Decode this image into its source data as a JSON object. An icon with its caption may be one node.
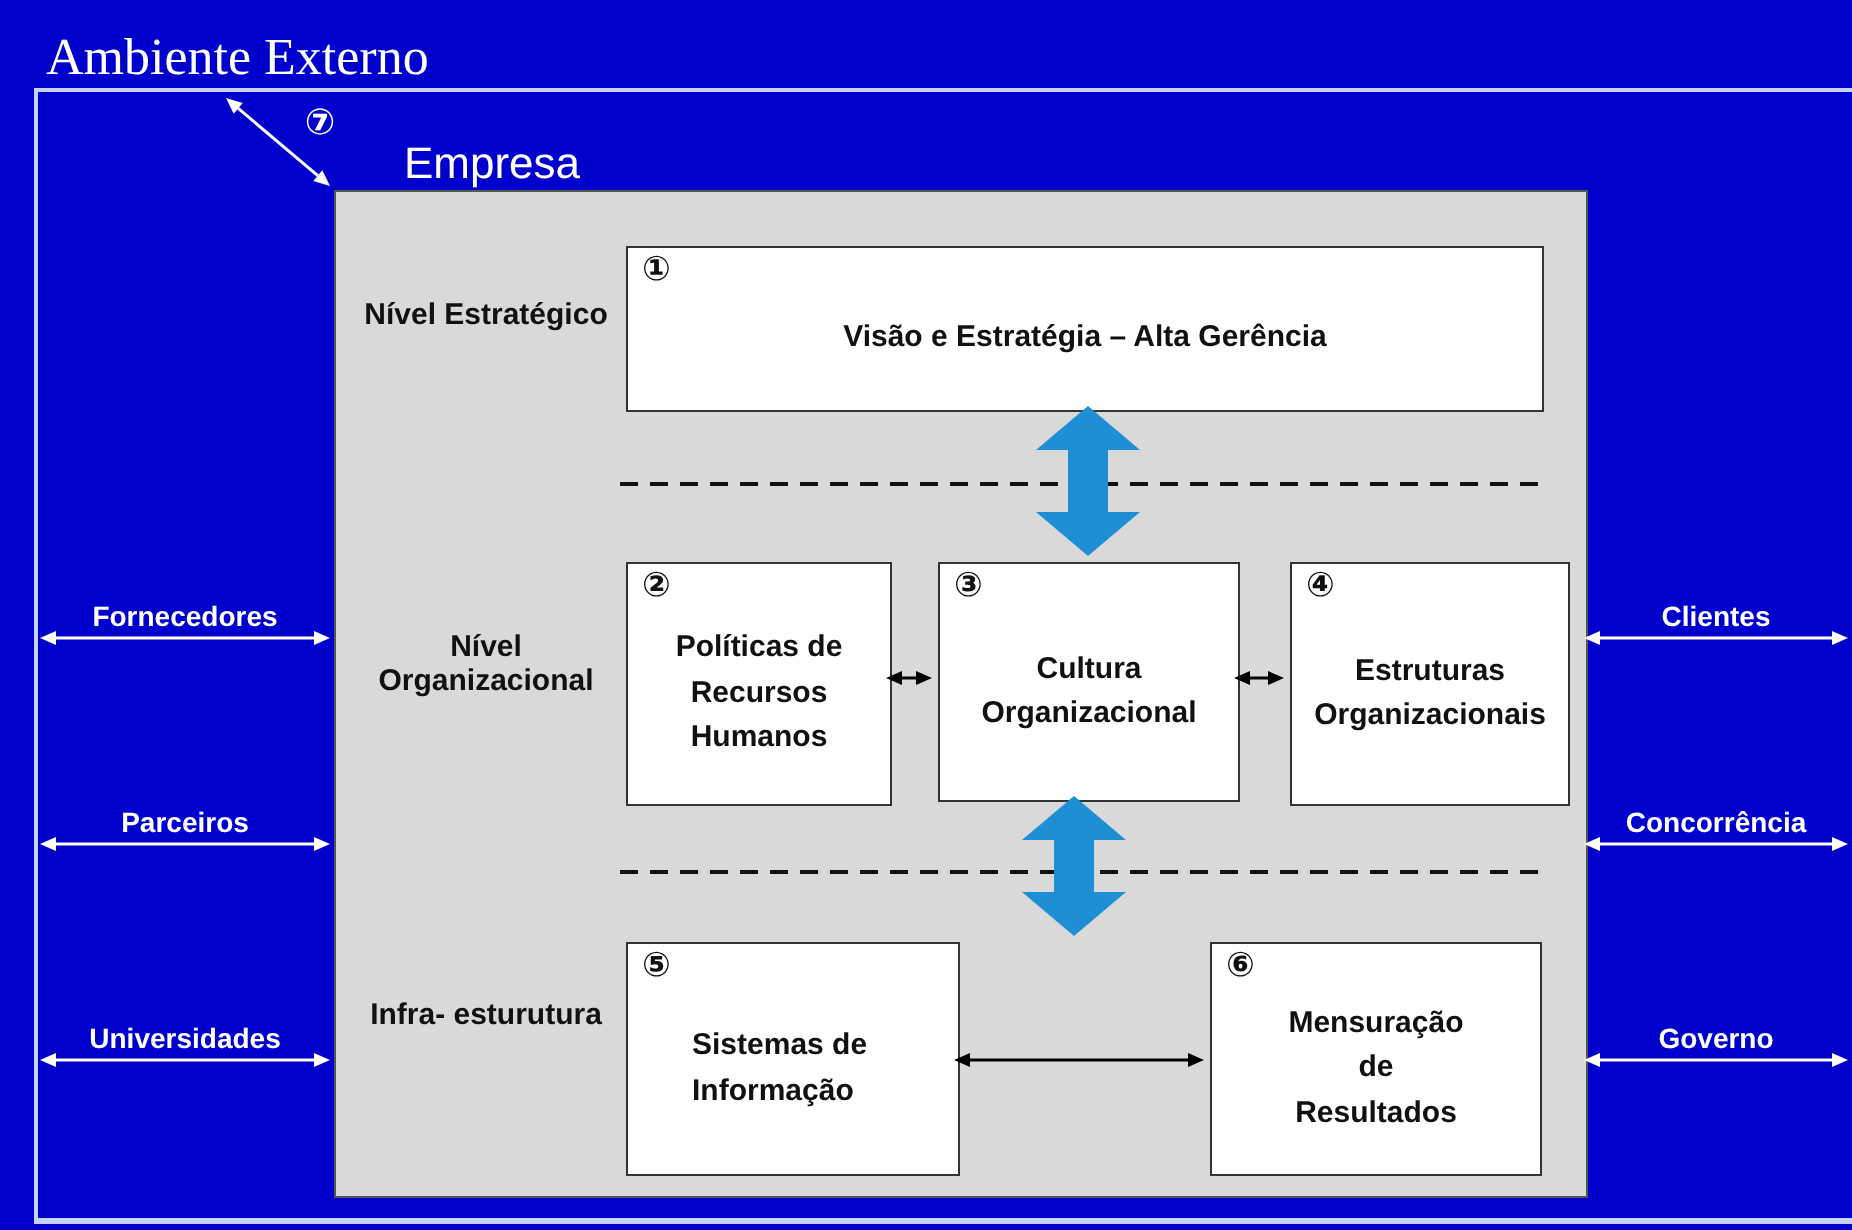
{
  "diagram": {
    "nodes": [
      {
        "text": [
          "Ambiente Externo"
        ]
      },
      {
        "text": [
          "Empresa"
        ],
        "in": 0
      },
      {
        "text": [
          "①",
          "Visão e Estratégia – Alta Gerência"
        ],
        "in": 1
      },
      {
        "text": [
          "②",
          "Políticas de Recursos Humanos"
        ],
        "in": 1
      },
      {
        "text": [
          "③",
          "Cultura Organizacional"
        ],
        "in": 1
      },
      {
        "text": [
          "④",
          "Estruturas Organizacionais"
        ],
        "in": 1
      },
      {
        "text": [
          "⑤",
          "Sistemas de Informação"
        ],
        "in": 1
      },
      {
        "text": [
          "⑥",
          "Mensuração de Resultados"
        ],
        "in": 1
      }
    ],
    "edges": [
      {
        "from": 0,
        "to": 1,
        "arrow": "both",
        "label": "⑦"
      },
      {
        "from": 2,
        "to": 4,
        "arrow": "both",
        "style": "thick",
        "color": "#1e8fd5"
      },
      {
        "from": 3,
        "to": 4,
        "arrow": "both",
        "color": "#000000"
      },
      {
        "from": 4,
        "to": 5,
        "arrow": "both",
        "color": "#000000"
      },
      {
        "from": 4,
        "to": null,
        "arrow": "both",
        "style": "thick",
        "color": "#1e8fd5"
      },
      {
        "from": 6,
        "to": 7,
        "arrow": "both",
        "color": "#000000"
      },
      {
        "from": null,
        "to": 1,
        "arrow": "both",
        "label": "Fornecedores"
      },
      {
        "from": null,
        "to": 1,
        "arrow": "both",
        "label": "Clientes"
      },
      {
        "from": null,
        "to": 1,
        "arrow": "both",
        "label": "Parceiros"
      },
      {
        "from": null,
        "to": 1,
        "arrow": "both",
        "label": "Concorrência"
      },
      {
        "from": null,
        "to": 1,
        "arrow": "both",
        "label": "Universidades"
      },
      {
        "from": null,
        "to": 1,
        "arrow": "both",
        "label": "Governo"
      }
    ],
    "labels": [
      "Nível Estratégico",
      "Nível Organizacional",
      "Infra- esturutura"
    ]
  }
}
